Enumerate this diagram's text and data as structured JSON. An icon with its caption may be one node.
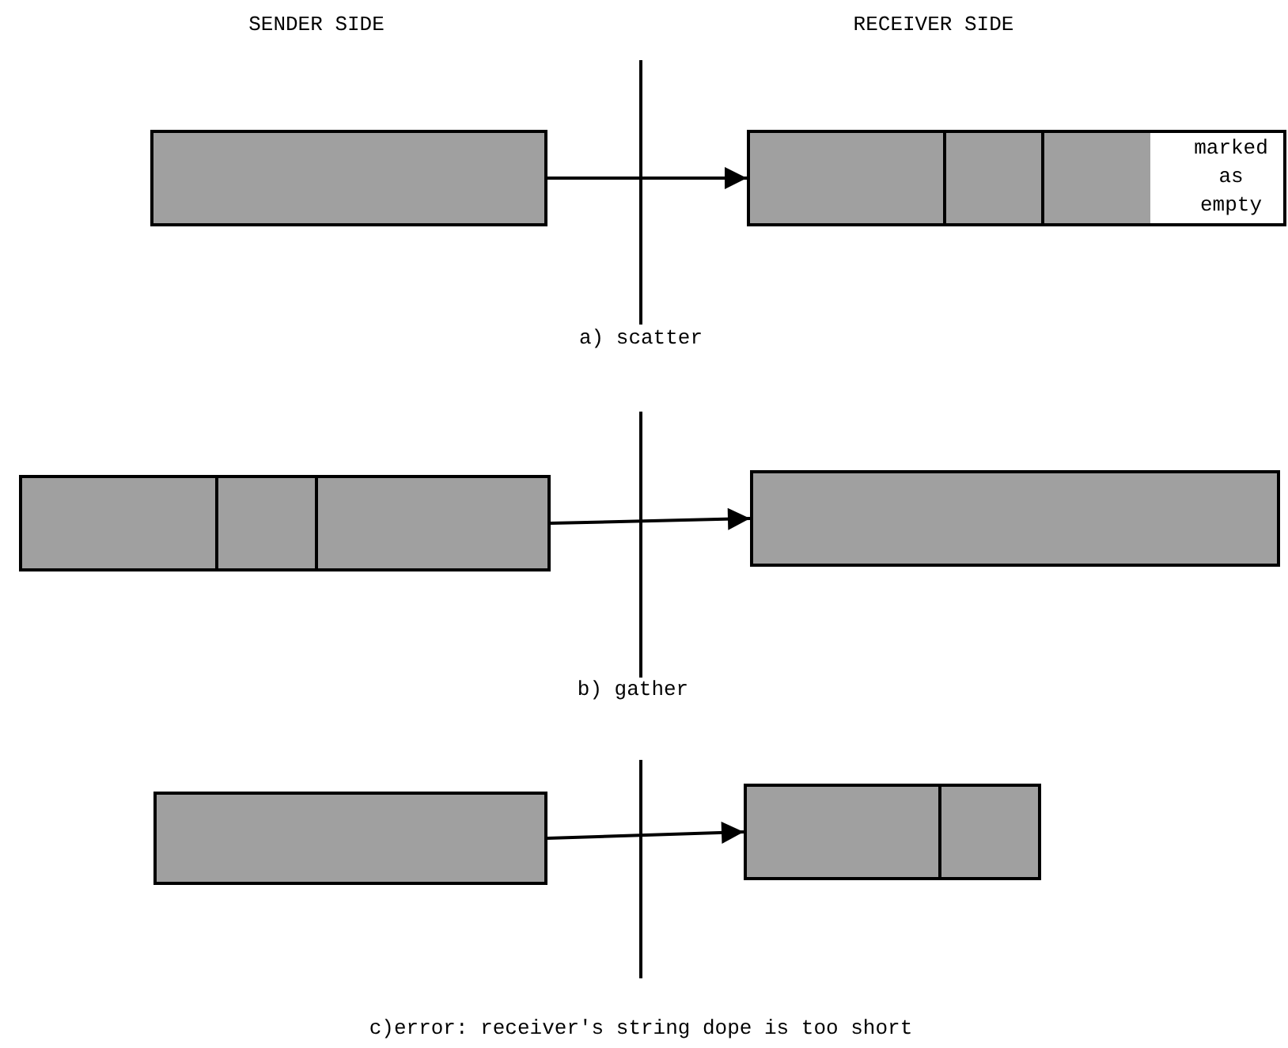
{
  "diagram": {
    "nodes": [
      {
        "text": [],
        "shape": "box"
      },
      {
        "text": [
          "marked as empty"
        ]
      },
      {
        "text": [],
        "shape": "box"
      },
      {
        "text": [],
        "shape": "box"
      },
      {
        "text": [],
        "shape": "box"
      },
      {
        "text": [],
        "shape": "box"
      }
    ],
    "edges": [
      {
        "from": 0,
        "to": 1,
        "arrow": "to"
      },
      {
        "from": 2,
        "to": 3,
        "arrow": "to"
      },
      {
        "from": 4,
        "to": 5,
        "arrow": "to"
      }
    ],
    "labels": [
      "SENDER SIDE",
      "RECEIVER SIDE",
      "a) scatter",
      "b) gather",
      "c)error: receiver's string dope is too short"
    ]
  }
}
